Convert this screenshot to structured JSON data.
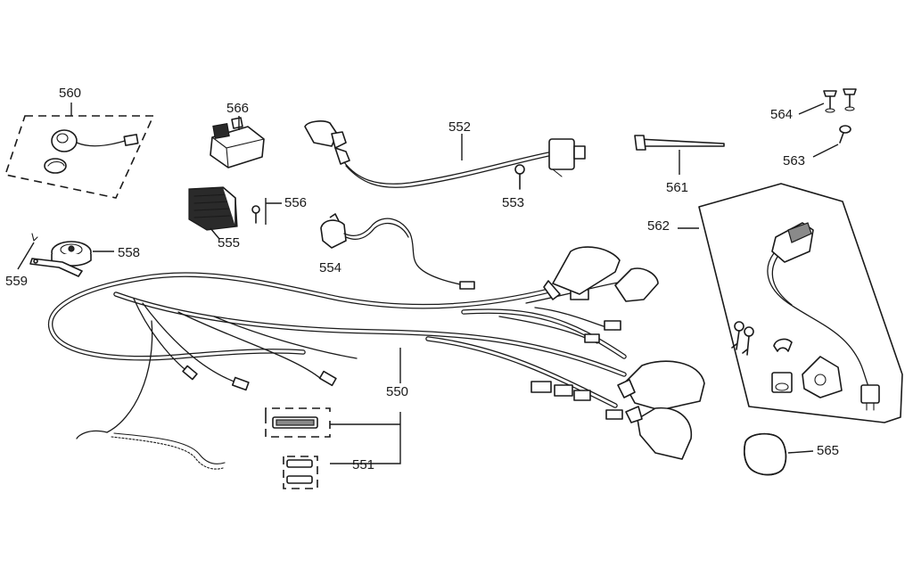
{
  "callouts": {
    "c550": "550",
    "c551": "551",
    "c552": "552",
    "c553": "553",
    "c554": "554",
    "c555": "555",
    "c556": "556",
    "c558": "558",
    "c559": "559",
    "c560": "560",
    "c561": "561",
    "c562": "562",
    "c563": "563",
    "c564": "564",
    "c565": "565",
    "c566": "566"
  },
  "icons": [
    "wiring-harness",
    "fuse",
    "ignition-coil",
    "bolt",
    "spark-plug-cap",
    "rectifier",
    "screw",
    "horn",
    "bracket",
    "sensor",
    "cable-tie",
    "ignition-switch",
    "key",
    "screw",
    "gasket",
    "cdi-unit"
  ]
}
